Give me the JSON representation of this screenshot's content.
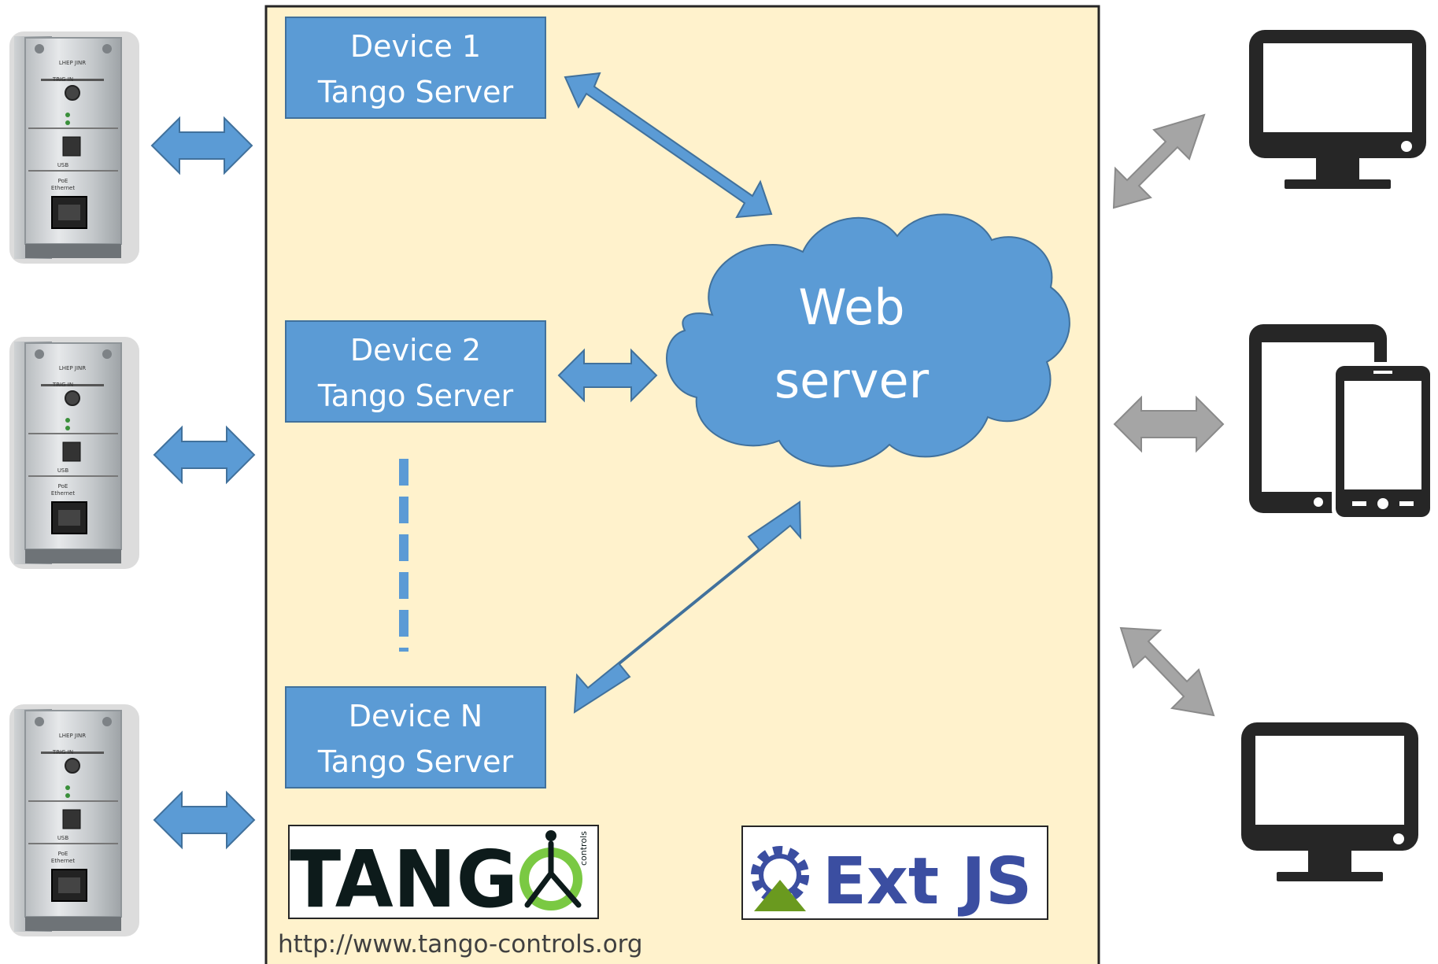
{
  "servers": [
    {
      "line1": "Device 1",
      "line2": "Tango Server"
    },
    {
      "line1": "Device 2",
      "line2": "Tango Server"
    },
    {
      "line1": "Device N",
      "line2": "Tango Server"
    }
  ],
  "web_server": {
    "line1": "Web",
    "line2": "server"
  },
  "hardware_label": {
    "brand": "LHEP JINR",
    "trig": "TRIG IN",
    "usb": "USB",
    "poe1": "PoE",
    "poe2": "Ethernet"
  },
  "logos": {
    "tango_word": "TANG",
    "tango_sub": "controls",
    "extjs": "Ext JS"
  },
  "url": "http://www.tango-controls.org",
  "colors": {
    "panel": "#fff2cc",
    "box": "#5b9bd5",
    "box_border": "#41719c",
    "arrow_blue": "#5b9bd5",
    "arrow_gray": "#a5a5a5",
    "device_dark": "#262626",
    "tango_green": "#7ac943",
    "extjs_blue": "#3b4ea1",
    "extjs_green": "#6a9a1f"
  },
  "icons": [
    "desktop-monitor-icon",
    "tablet-phone-icon",
    "desktop-monitor-icon"
  ]
}
